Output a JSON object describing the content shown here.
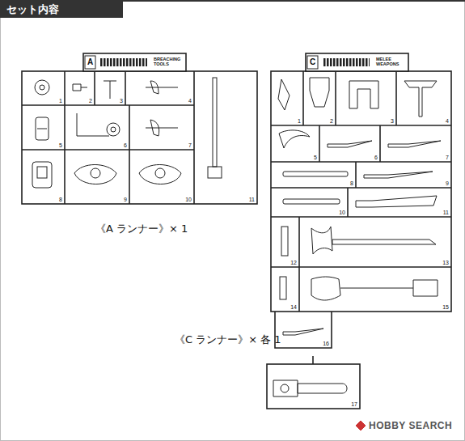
{
  "diagram": {
    "title": "セット内容",
    "labels": [
      "A",
      "BREACHING TOOLS",
      "1",
      "2",
      "3",
      "4",
      "5",
      "6",
      "7",
      "8",
      "9",
      "10",
      "11",
      "C",
      "MELEE WEAPONS",
      "1",
      "2",
      "3",
      "4",
      "5",
      "6",
      "7",
      "8",
      "9",
      "10",
      "11",
      "12",
      "13",
      "14",
      "15",
      "16",
      "17",
      "《A ランナー》× 1",
      "《C ランナー》× 各 1",
      "HOBBY SEARCH"
    ]
  }
}
